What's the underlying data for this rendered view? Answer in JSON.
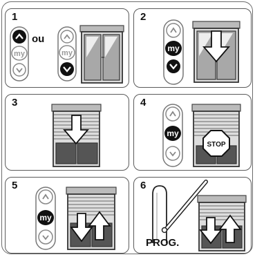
{
  "steps": [
    {
      "number": "1"
    },
    {
      "number": "2"
    },
    {
      "number": "3"
    },
    {
      "number": "4"
    },
    {
      "number": "5"
    },
    {
      "number": "6"
    }
  ],
  "labels": {
    "or": "ou",
    "my": "my",
    "stop": "STOP",
    "prog": "PROG."
  },
  "icons": [
    "up-button-icon",
    "my-button-icon",
    "down-button-icon",
    "window-icon",
    "shutter-icon",
    "down-arrow-icon",
    "up-arrow-icon",
    "stop-sign-icon",
    "prog-pen-icon"
  ],
  "colors": {
    "ink": "#111111",
    "line": "#5a5a5a",
    "gray": "#9a9a9a"
  }
}
